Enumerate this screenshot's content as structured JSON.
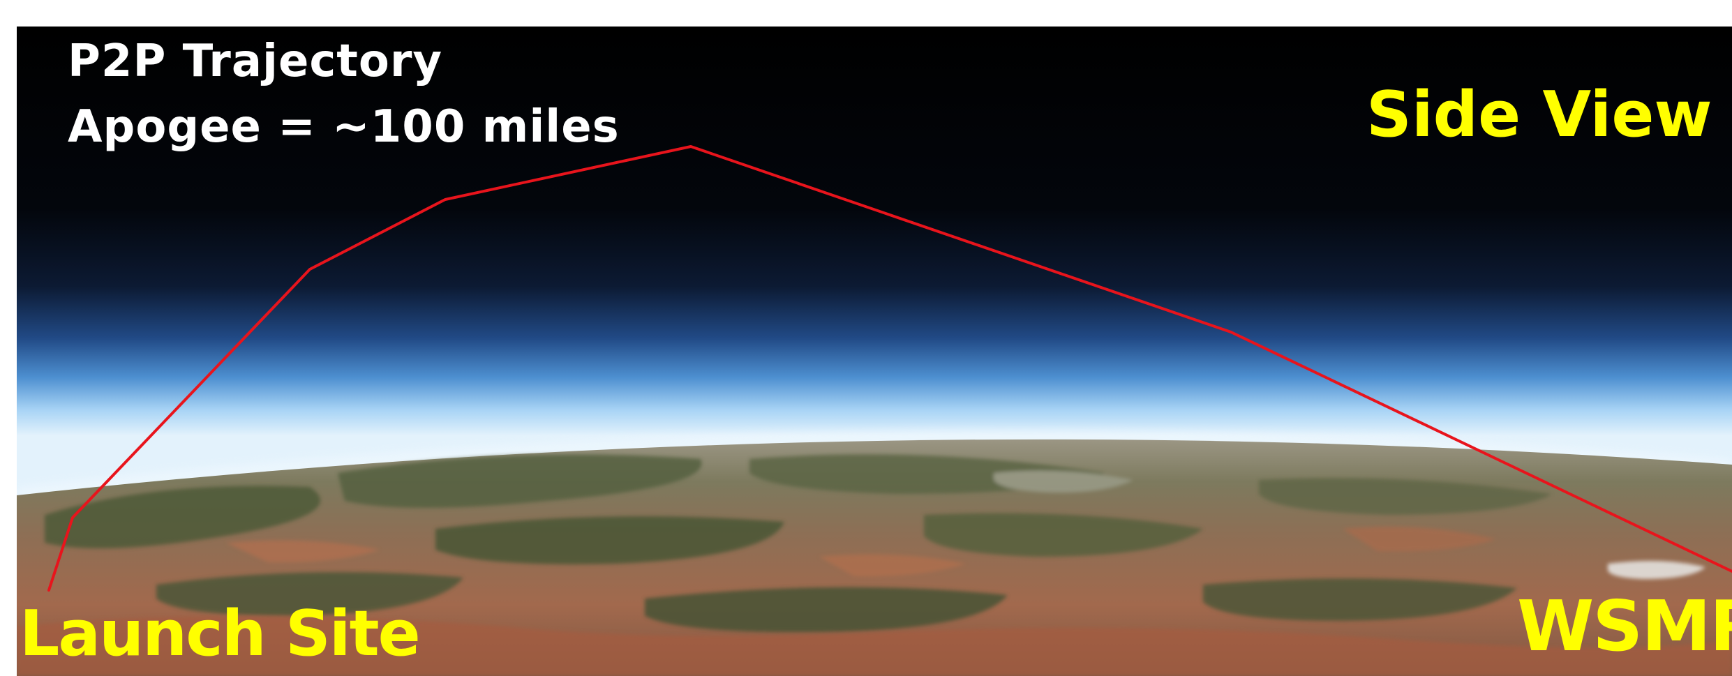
{
  "image": {
    "title_line1": "P2P Trajectory",
    "title_line2": "Apogee = ~100 miles",
    "view_label": "Side View",
    "start_label": "Launch Site",
    "end_label": "WSMR"
  },
  "colors": {
    "trajectory": "#e8141c",
    "title_text": "#ffffff",
    "callout_text": "#ffff00",
    "space": "#000000",
    "atmosphere_glow": "#bfe4fb",
    "terrain": "#8a7458"
  },
  "scene": {
    "type": "earth-horizon-side-view",
    "path_shape": "ascending arc to apogee, then descent"
  }
}
